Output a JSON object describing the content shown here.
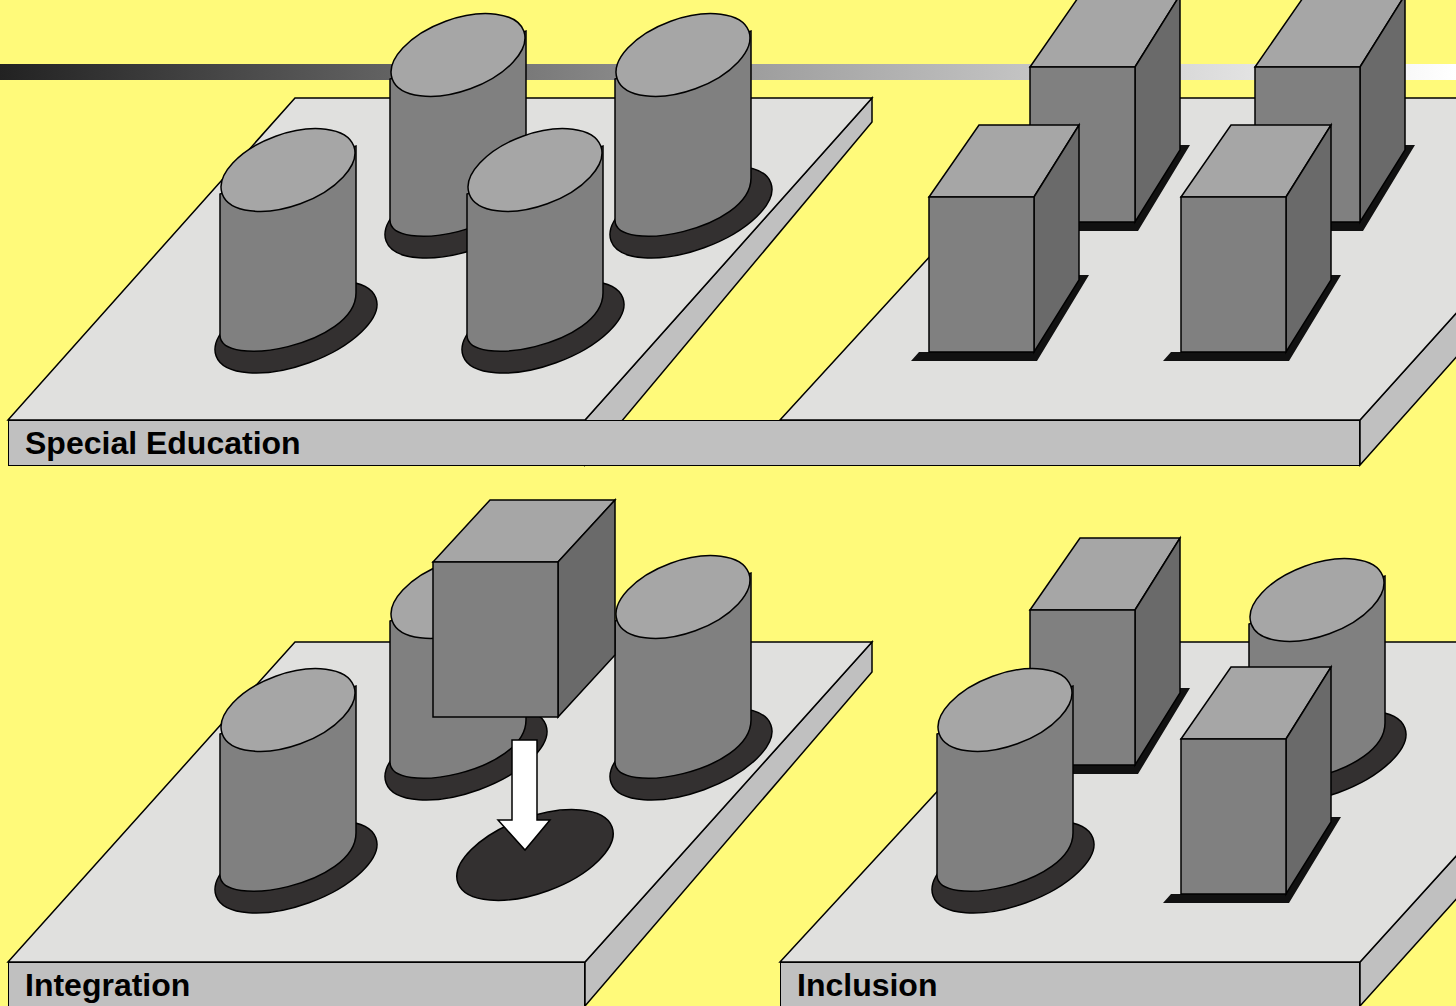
{
  "diagram": {
    "nodes": [
      {
        "text": [
          "Special Education"
        ]
      },
      {
        "text": [
          "Integration"
        ]
      },
      {
        "text": [
          "Inclusion"
        ]
      }
    ]
  }
}
